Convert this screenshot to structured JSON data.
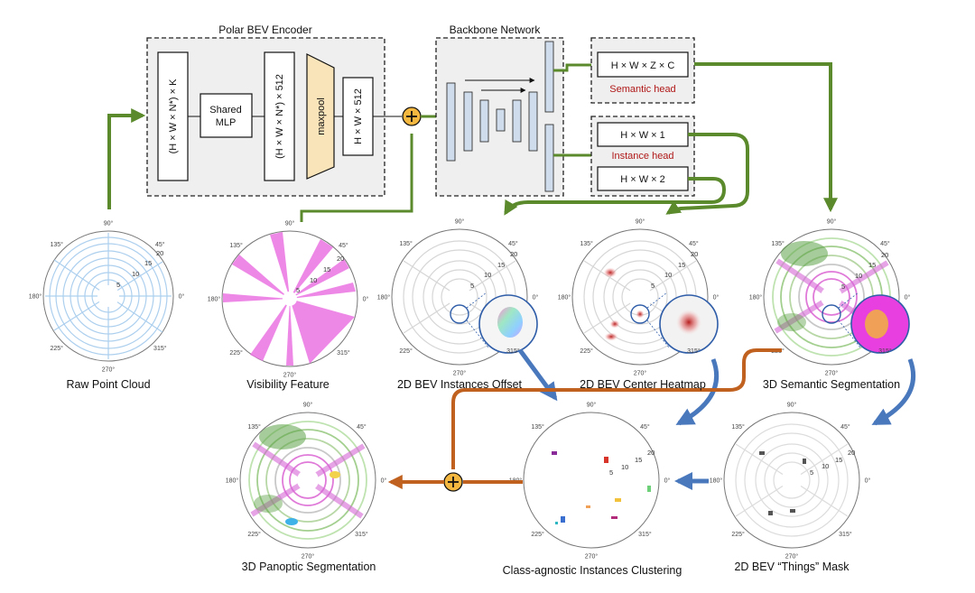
{
  "encoder": {
    "title": "Polar BEV Encoder",
    "input_box": "(H × W × N*) × K",
    "mlp_line1": "Shared",
    "mlp_line2": "MLP",
    "feature_box": "(H × W × N*) × 512",
    "maxpool": "maxpool",
    "output_box": "H × W × 512"
  },
  "backbone": {
    "title": "Backbone Network"
  },
  "semantic_head": {
    "box": "H × W × Z × C",
    "label": "Semantic head"
  },
  "instance_head": {
    "box1": "H × W × 1",
    "label": "Instance head",
    "box2": "H × W × 2"
  },
  "polar_labels": {
    "d90": "90°",
    "d45": "45°",
    "d135": "135°",
    "d0": "0°",
    "d180": "180°",
    "d225": "225°",
    "d270": "270°",
    "d315": "315°",
    "r5": "5",
    "r10": "10",
    "r15": "15",
    "r20": "20"
  },
  "panels": {
    "raw": "Raw Point Cloud",
    "visibility": "Visibility Feature",
    "offset": "2D BEV Instances Offset",
    "heatmap": "2D BEV Center Heatmap",
    "semseg": "3D Semantic Segmentation",
    "panoptic": "3D Panoptic Segmentation",
    "clustering": "Class-agnostic Instances Clustering",
    "things": "2D BEV “Things” Mask"
  },
  "colors": {
    "green_arrow": "#5a8a2c",
    "orange_arrow": "#c0611f",
    "blue_arrow": "#4a78bd",
    "maxpool_fill": "#f9e3b8",
    "backbone_bar": "#cfdcec",
    "head_text": "#b01818",
    "plus_fill": "#f4b740"
  }
}
